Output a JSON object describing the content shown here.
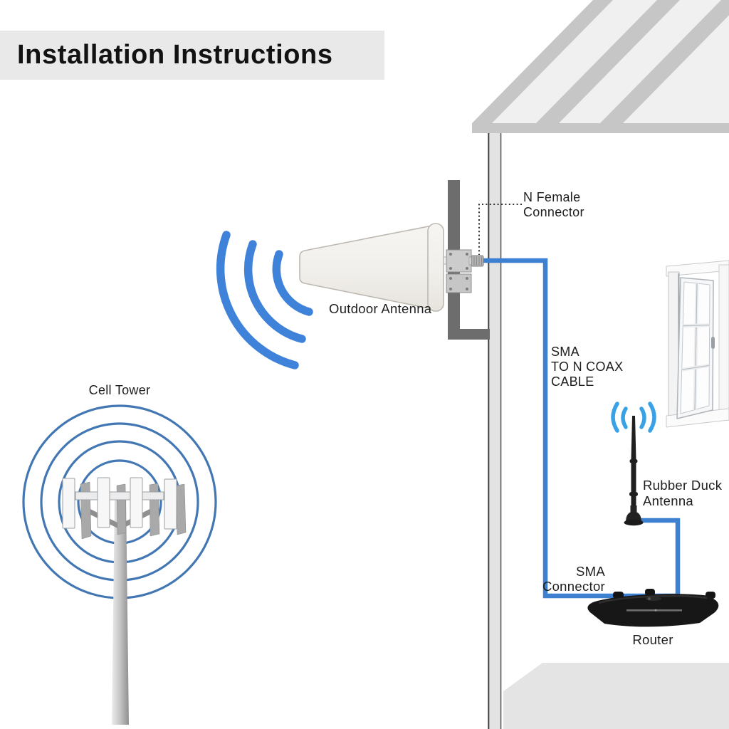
{
  "title": {
    "text": "Installation Instructions"
  },
  "labels": {
    "n_female_connector": [
      "N Female",
      "Connector"
    ],
    "outdoor_antenna": "Outdoor Antenna",
    "sma_to_n_coax_cable": [
      "SMA",
      "TO N COAX",
      "CABLE"
    ],
    "cell_tower": "Cell Tower",
    "rubber_duck_antenna": [
      "Rubber Duck",
      "Antenna"
    ],
    "sma_connector": [
      "SMA",
      "Connector"
    ],
    "router": "Router"
  },
  "colors": {
    "title_bg": "#e9e9e9",
    "signal_blue": "#3f82d9",
    "cable_blue": "#3d80d0",
    "tower_ring_blue": "#4377b3",
    "duck_wave_blue": "#39a2e6",
    "roof_gray": "#c6c6c6",
    "roof_panel_gray": "#f0f0f0",
    "wall_fill": "#e3e3e3",
    "floor_gray": "#e4e4e4",
    "mast_gray": "#6d6d6d",
    "router_black": "#171717"
  }
}
